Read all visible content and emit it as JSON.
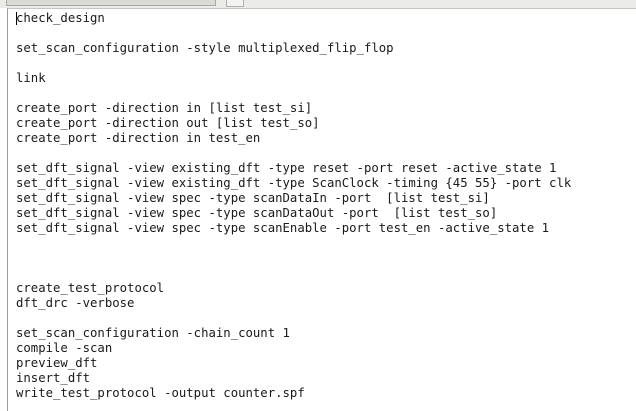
{
  "editor": {
    "lines": [
      "check_design",
      "",
      "set_scan_configuration -style multiplexed_flip_flop",
      "",
      "link",
      "",
      "create_port -direction in [list test_si]",
      "create_port -direction out [list test_so]",
      "create_port -direction in test_en",
      "",
      "set_dft_signal -view existing_dft -type reset -port reset -active_state 1",
      "set_dft_signal -view existing_dft -type ScanClock -timing {45 55} -port clk",
      "set_dft_signal -view spec -type scanDataIn -port  [list test_si]",
      "set_dft_signal -view spec -type scanDataOut -port  [list test_so]",
      "set_dft_signal -view spec -type scanEnable -port test_en -active_state 1",
      "",
      "",
      "",
      "create_test_protocol",
      "dft_drc -verbose",
      "",
      "set_scan_configuration -chain_count 1",
      "compile -scan",
      "preview_dft",
      "insert_dft",
      "write_test_protocol -output counter.spf"
    ]
  }
}
